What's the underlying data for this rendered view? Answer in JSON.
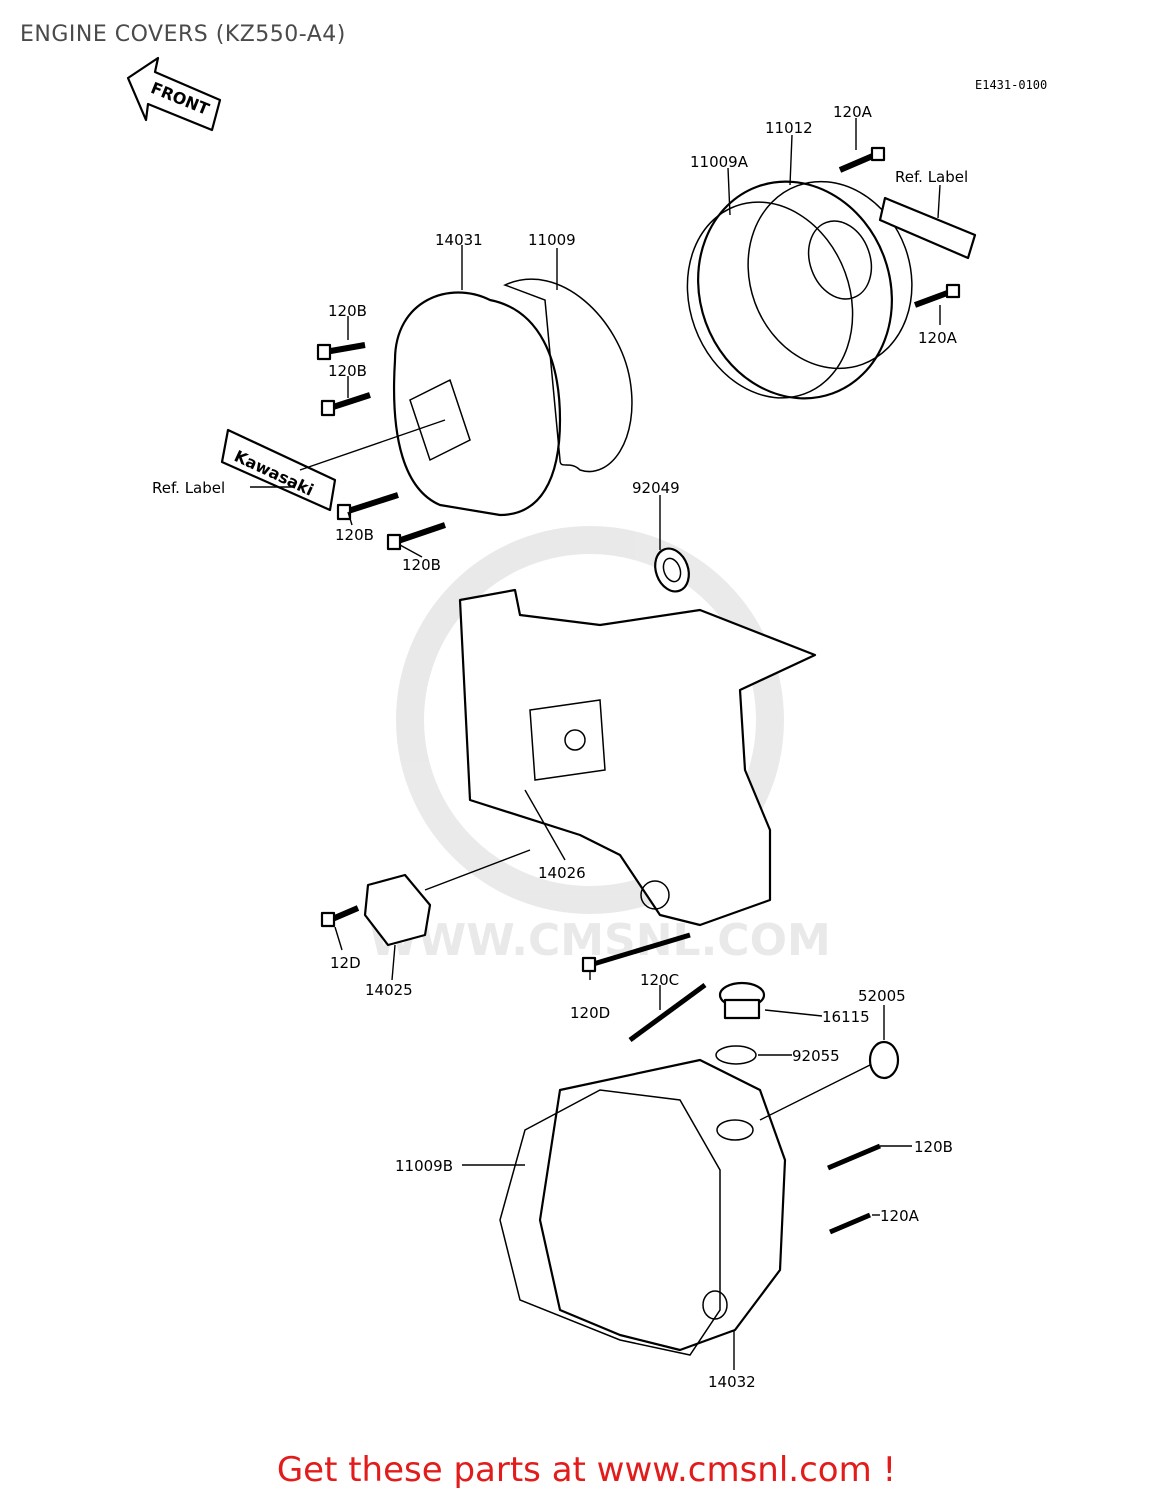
{
  "header": {
    "title": "ENGINE COVERS (KZ550-A4)"
  },
  "diagram": {
    "code": "E1431-0100",
    "front_label": "FRONT",
    "logo_text": "Kawasaki",
    "watermark": "WWW.CMSNL.COM",
    "callouts": [
      "120A",
      "11012",
      "11009A",
      "Ref. Label",
      "120A",
      "14031",
      "11009",
      "120B",
      "120B",
      "Ref. Label",
      "120B",
      "120B",
      "92049",
      "14026",
      "12D",
      "14025",
      "120D",
      "120C",
      "16115",
      "52005",
      "92055",
      "120B",
      "11009B",
      "120A",
      "14032"
    ]
  },
  "footer": {
    "text": "Get these parts at www.cmsnl.com !"
  }
}
